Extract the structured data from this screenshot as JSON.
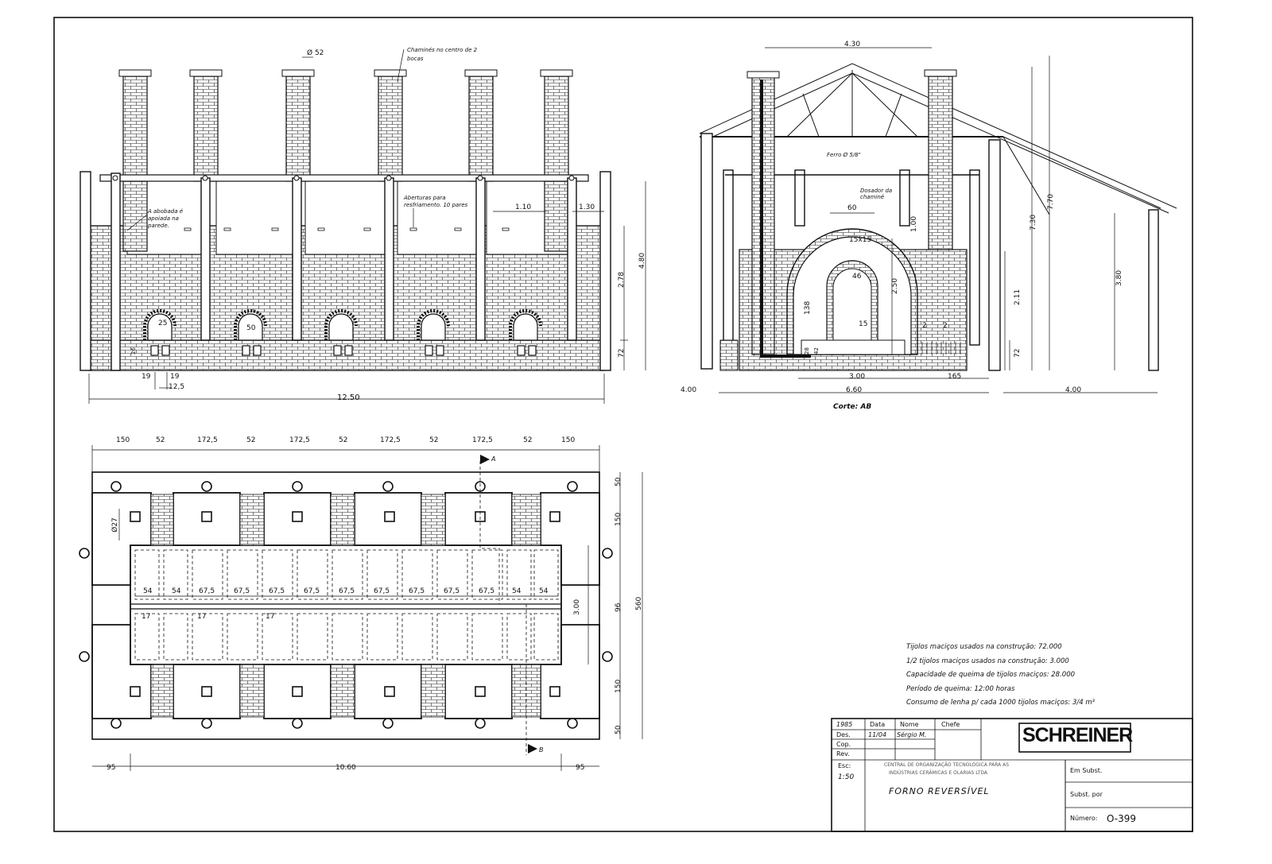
{
  "elevation": {
    "top_dim": "52",
    "chimney_note": "Chaminés no centro de 2 bocas",
    "vault_note": "A abobada é apoiada na parede.",
    "vent_note": "Aberturas para resfriamento. 10 pares",
    "dims": {
      "d110": "1.10",
      "d130": "1.30",
      "d480": "4.80",
      "d278": "2.78",
      "d72": "72",
      "d25": "25",
      "d50": "50",
      "d26": "26",
      "d19a": "19",
      "d19b": "19",
      "d125": "12,5",
      "total": "12.50"
    }
  },
  "section": {
    "caption": "Corte: AB",
    "ferro_note": "Ferro Ø 5/8\"",
    "damper_note": "Dosador da chaminé",
    "dims": {
      "width_top": "4.30",
      "d60": "60",
      "d15x15": "15x15",
      "d46": "46",
      "d250": "2.50",
      "d100": "1.00",
      "d138": "138",
      "d15": "15",
      "d2a": "2",
      "d2b": "2",
      "d28": "28",
      "d42": "42",
      "d211": "2.11",
      "d72": "72",
      "d730": "7.30",
      "d770": "7.70",
      "d380": "3.80",
      "d300": "3.00",
      "d165": "165",
      "d400l": "4.00",
      "d660": "6.60",
      "d400r": "4.00"
    }
  },
  "plan": {
    "top_dims": [
      "150",
      "52",
      "172,5",
      "52",
      "172,5",
      "52",
      "172,5",
      "52",
      "172,5",
      "52",
      "150"
    ],
    "right_dims": [
      "50",
      "150",
      "96",
      "150",
      "50"
    ],
    "total_right": "560",
    "inner_300": "3.00",
    "cell_dims": [
      "54",
      "54",
      "67,5",
      "67,5",
      "67,5",
      "67,5",
      "67,5",
      "67,5",
      "67,5",
      "67,5",
      "67,5",
      "54",
      "54"
    ],
    "d17": [
      "17",
      "17",
      "17"
    ],
    "d27": "27",
    "bottom_dims": [
      "95",
      "10.60",
      "95"
    ],
    "mark_a": "A",
    "mark_b": "B"
  },
  "specs": [
    "Tijolos maciços usados na construção: 72.000",
    "1/2 tijolos maciços usados na construção: 3.000",
    "Capacidade de queima de tijolos maciços: 28.000",
    "Período de queima: 12:00 horas",
    "Consumo de lenha p/ cada 1000 tijolos maciços: 3/4 m³"
  ],
  "titleblock": {
    "year": "1985",
    "col_data": "Data",
    "col_nome": "Nome",
    "col_chefe": "Chefe",
    "row_des": "Des.",
    "des_date": "11/04",
    "des_name": "Sérgio M.",
    "row_cop": "Cop.",
    "row_rev": "Rev.",
    "esc_label": "Esc:",
    "scale": "1:50",
    "company_stamp_1": "CENTRAL DE ORGANIZAÇÃO TECNOLÓGICA PARA AS",
    "company_stamp_2": "INDÚSTRIAS CERÂMICAS E OLARIAS LTDA",
    "title": "FORNO  REVERSÍVEL",
    "brand": "SCHREINER",
    "em_subst": "Em Subst.",
    "subst_por": "Subst. por",
    "numero_label": "Número:",
    "numero": "O-399"
  }
}
